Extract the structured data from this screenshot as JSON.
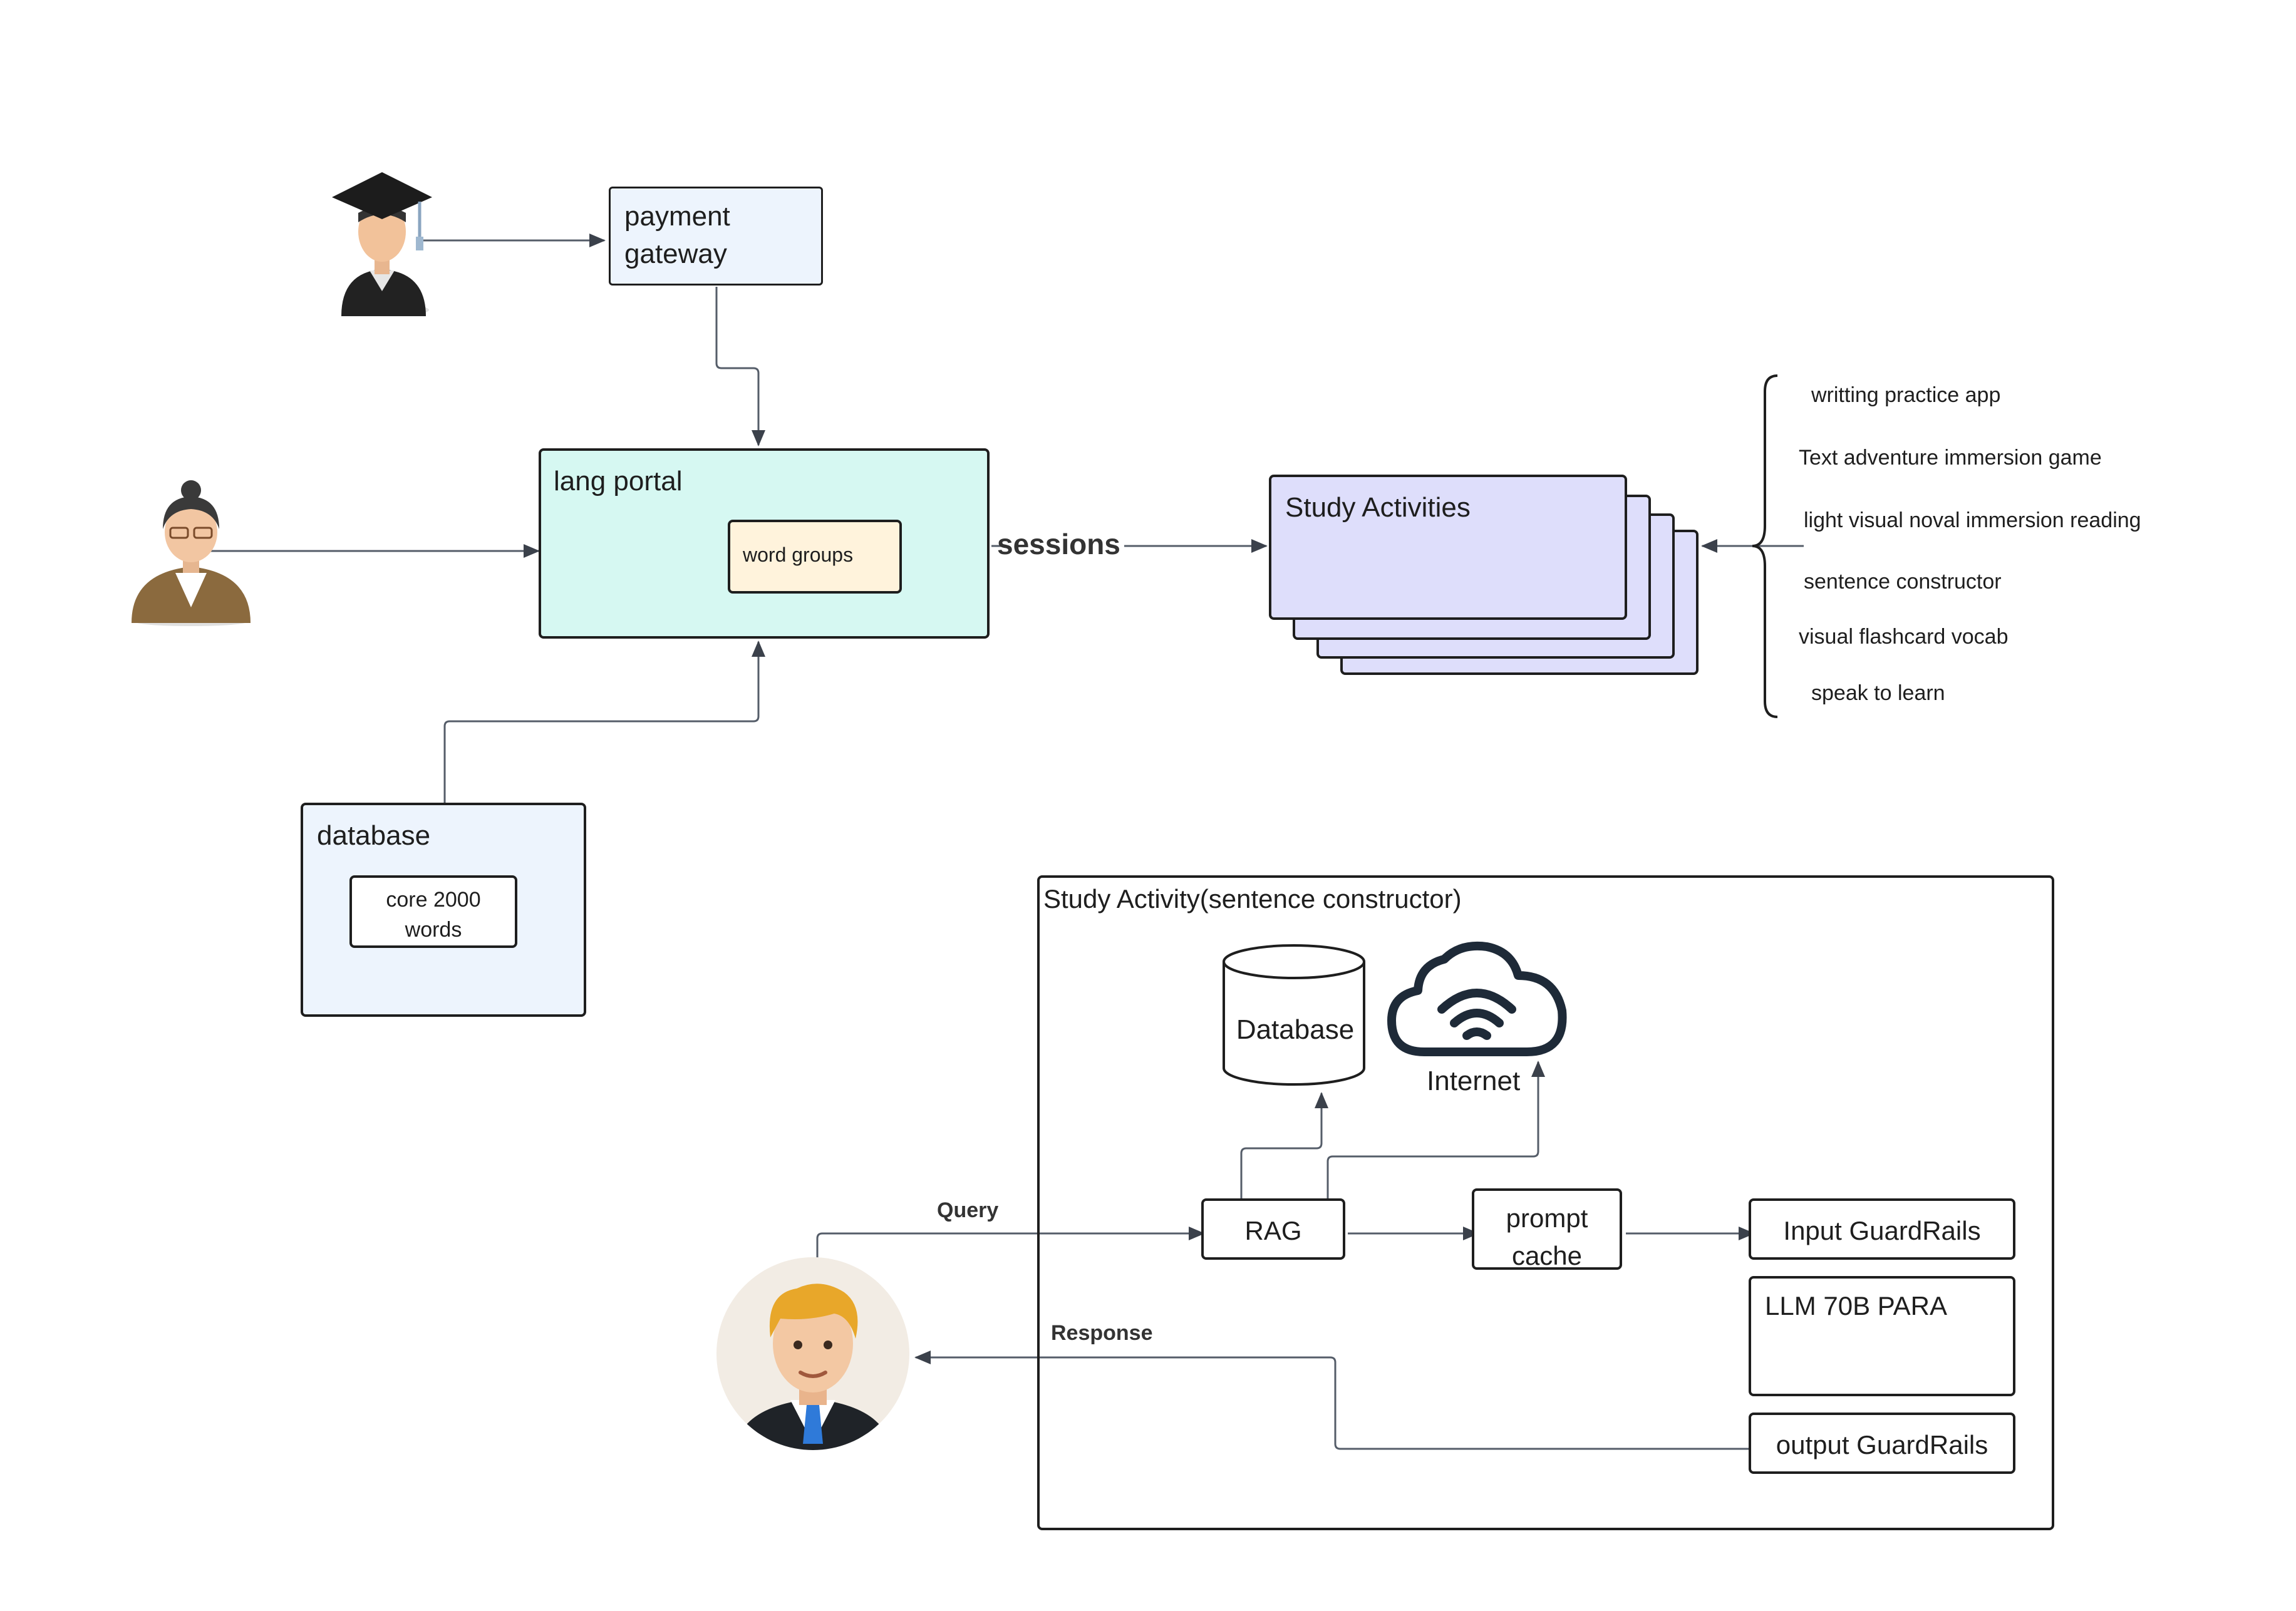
{
  "payment_gateway": {
    "line1": "payment",
    "line2": "gateway"
  },
  "lang_portal": {
    "title": "lang portal",
    "word_groups": "word groups"
  },
  "edge_sessions": "sessions",
  "database": {
    "title": "database",
    "inner_line1": "core 2000",
    "inner_line2": "words"
  },
  "study_activities": {
    "title": "Study Activities",
    "items": [
      "writting practice app",
      "Text adventure immersion game",
      "light visual noval immersion reading",
      "sentence constructor",
      "visual flashcard vocab",
      "speak to learn"
    ]
  },
  "sentence_constructor": {
    "title": "Study Activity(sentence constructor)",
    "database_label": "Database",
    "internet_label": "Internet",
    "rag_label": "RAG",
    "prompt_cache_line1": "prompt",
    "prompt_cache_line2": "cache",
    "input_guardrails": "Input GuardRails",
    "llm": "LLM 70B PARA",
    "output_guardrails": "output GuardRails",
    "query_label": "Query",
    "response_label": "Response"
  },
  "colors": {
    "payment_fill": "#edf4fd",
    "portal_fill": "#d6f8f2",
    "word_groups_fill": "#fff3dc",
    "database_fill": "#edf4fd",
    "study_fill": "#dedefb",
    "stroke": "#1e1e1e",
    "wire": "#555d69"
  },
  "icons": [
    "graduate-user-icon",
    "teacher-user-icon",
    "student-user-icon",
    "cylinder-database-icon",
    "cloud-wifi-icon"
  ]
}
